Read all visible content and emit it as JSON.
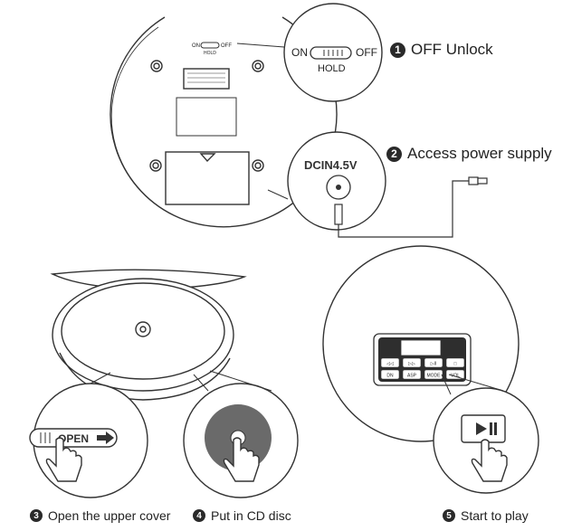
{
  "switch": {
    "on": "ON",
    "off": "OFF",
    "hold": "HOLD"
  },
  "power": {
    "port_label": "DCIN4.5V"
  },
  "buttons": {
    "open_label": "OPEN"
  },
  "steps": [
    {
      "num": "1",
      "text": "OFF Unlock"
    },
    {
      "num": "2",
      "text": "Access power supply"
    },
    {
      "num": "3",
      "text": "Open the upper cover"
    },
    {
      "num": "4",
      "text": "Put in CD disc"
    },
    {
      "num": "5",
      "text": "Start to play"
    }
  ],
  "control_panel": {
    "keys": [
      "◁◁",
      "▷▷",
      "▷II",
      "□",
      "DN",
      "ASP",
      "MODE",
      "VOL"
    ]
  }
}
